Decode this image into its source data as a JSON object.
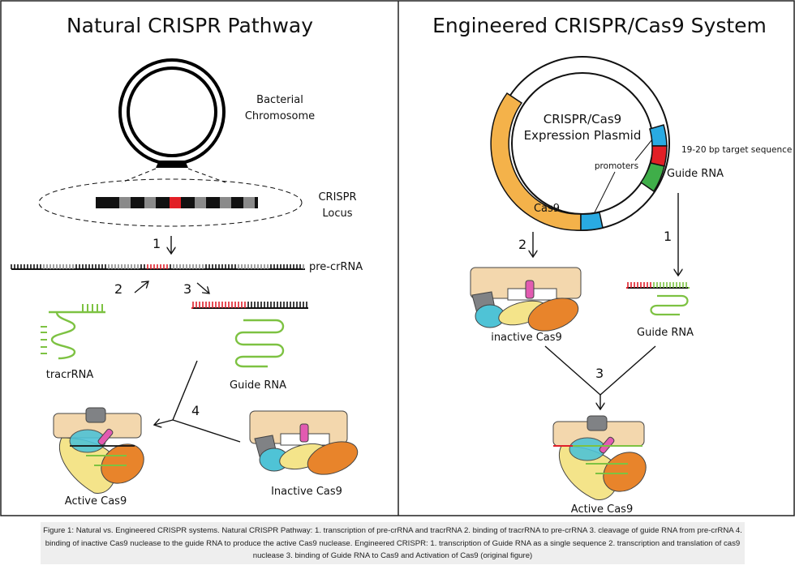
{
  "left_panel": {
    "title": "Natural CRISPR Pathway",
    "labels": {
      "chromosome_line1": "Bacterial",
      "chromosome_line2": "Chromosome",
      "locus_line1": "CRISPR",
      "locus_line2": "Locus",
      "pre_crrna": "pre-crRNA",
      "tracrrna": "tracrRNA",
      "guide_rna": "Guide RNA",
      "active_cas9": "Active Cas9",
      "inactive_cas9": "Inactive Cas9"
    },
    "steps": [
      "1",
      "2",
      "3",
      "4"
    ]
  },
  "right_panel": {
    "title": "Engineered CRISPR/Cas9 System",
    "labels": {
      "plasmid_line1": "CRISPR/Cas9",
      "plasmid_line2": "Expression Plasmid",
      "target_seq": "19-20 bp target sequence",
      "promoters": "promoters",
      "guide_rna_plasmid": "Guide RNA",
      "cas9": "Cas9",
      "inactive_cas9": "inactive Cas9",
      "guide_rna": "Guide RNA",
      "active_cas9": "Active Cas9"
    },
    "steps": [
      "1",
      "2",
      "3"
    ]
  },
  "caption": "Figure 1: Natural vs. Engineered CRISPR systems. Natural CRISPR Pathway: 1. transcription of pre-crRNA and tracrRNA 2. binding of tracrRNA to pre-crRNA 3. cleavage of guide RNA from pre-crRNA 4. binding of inactive Cas9 nuclease to the guide RNA to produce the active Cas9 nuclease. Engineered CRISPR: 1. transcription of Guide RNA as a single sequence 2. transcription and translation of cas9 nuclease 3. binding of Guide RNA to Cas9 and Activation of Cas9 (original figure)",
  "colors": {
    "cas9_orange": "#f4b24a",
    "promoter_blue": "#29aae2",
    "target_red": "#e21f26",
    "guide_green": "#3fae49",
    "rna_green": "#7dc242",
    "rna_red": "#e0202b",
    "protein_tan": "#f3d7ad",
    "protein_gray": "#808285",
    "protein_cyan": "#4fc3d6",
    "protein_yellow": "#f4e48a",
    "protein_orange": "#e8842b",
    "protein_pink": "#e25bb1"
  }
}
